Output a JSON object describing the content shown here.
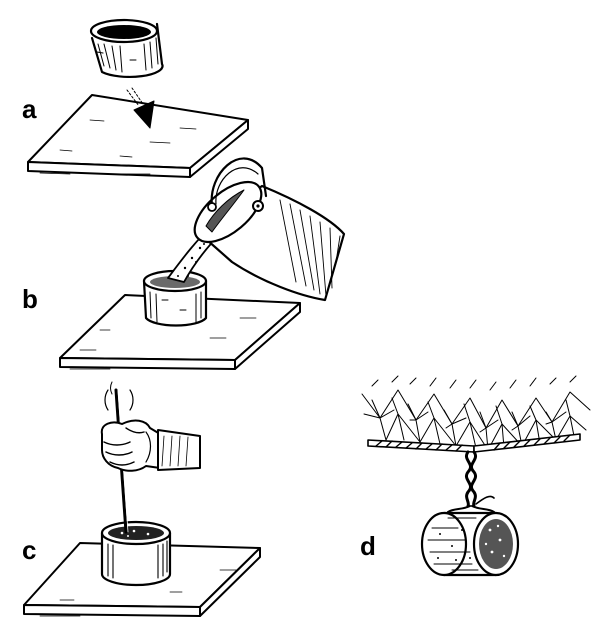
{
  "panels": [
    {
      "label": "a"
    },
    {
      "label": "b"
    },
    {
      "label": "c"
    },
    {
      "label": "d"
    }
  ],
  "colors": {
    "ink": "#000000",
    "paper": "#ffffff"
  }
}
